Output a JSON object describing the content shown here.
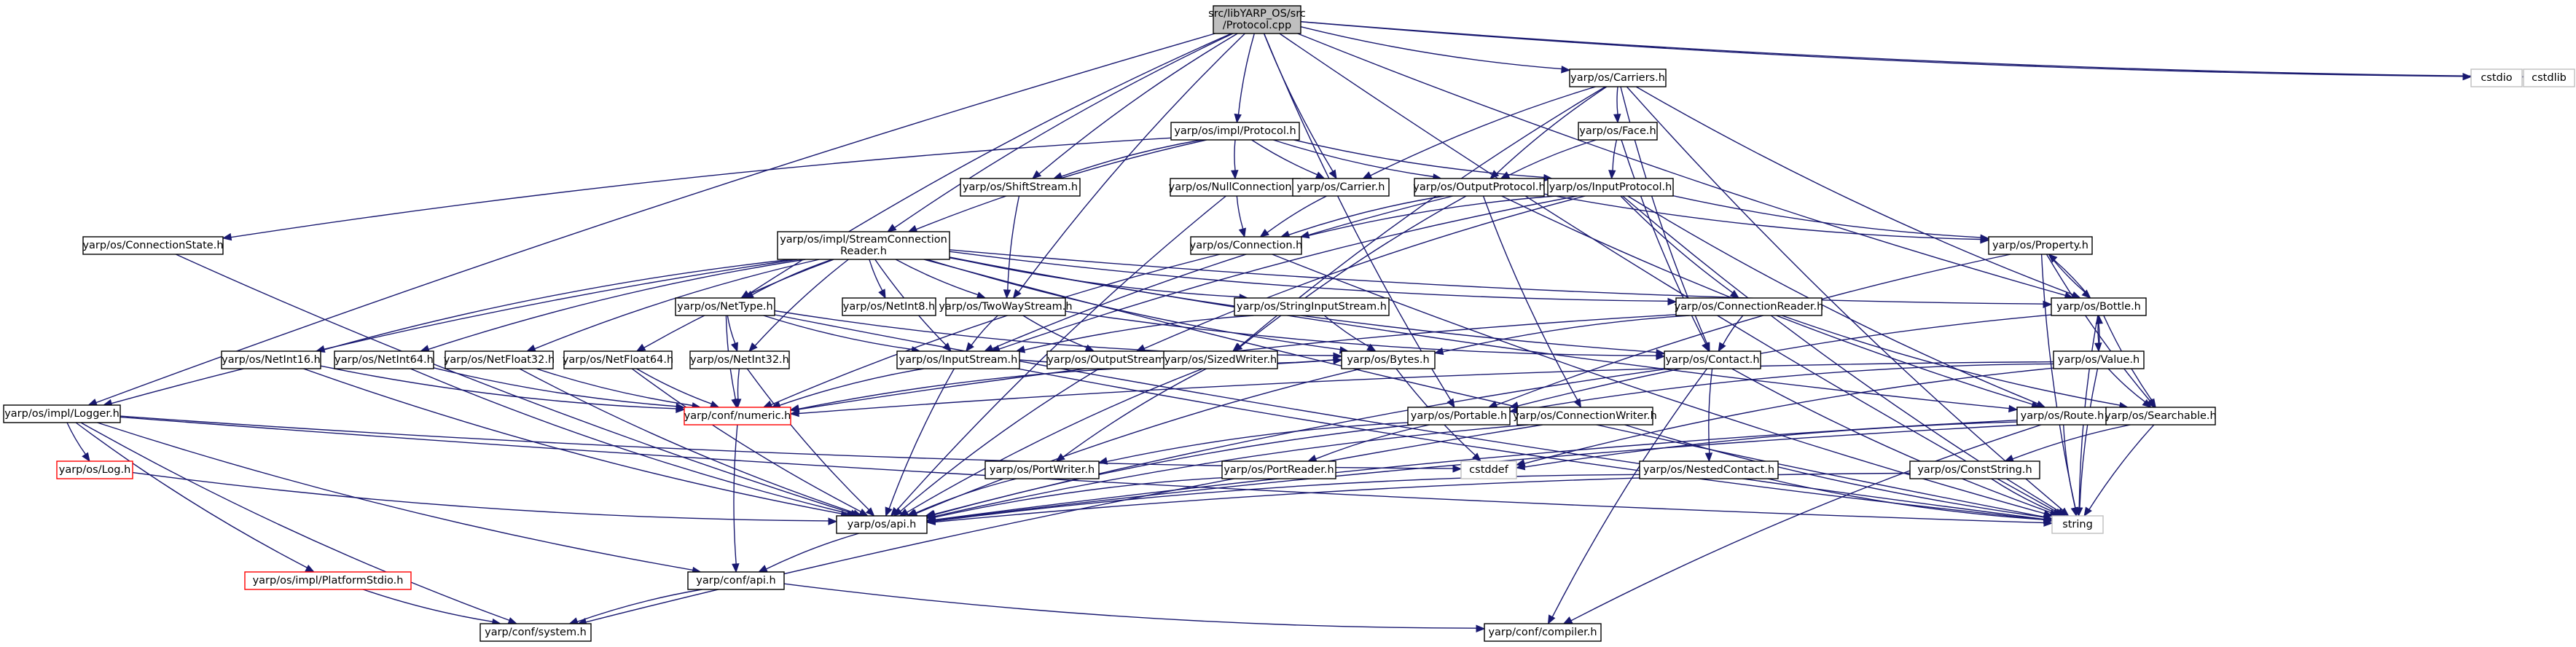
{
  "nodes": [
    {
      "id": "root",
      "lines": [
        "src/libYARP_OS/src",
        "/Protocol.cpp"
      ],
      "style": "root"
    },
    {
      "id": "carriers",
      "lines": [
        "yarp/os/Carriers.h"
      ]
    },
    {
      "id": "cstdio",
      "lines": [
        "cstdio"
      ],
      "style": "grey"
    },
    {
      "id": "cstdlib",
      "lines": [
        "cstdlib"
      ],
      "style": "grey"
    },
    {
      "id": "implProtocol",
      "lines": [
        "yarp/os/impl/Protocol.h"
      ]
    },
    {
      "id": "face",
      "lines": [
        "yarp/os/Face.h"
      ]
    },
    {
      "id": "shiftStream",
      "lines": [
        "yarp/os/ShiftStream.h"
      ]
    },
    {
      "id": "nullConn",
      "lines": [
        "yarp/os/NullConnection.h"
      ]
    },
    {
      "id": "carrier",
      "lines": [
        "yarp/os/Carrier.h"
      ]
    },
    {
      "id": "outputProtocol",
      "lines": [
        "yarp/os/OutputProtocol.h"
      ]
    },
    {
      "id": "inputProtocol",
      "lines": [
        "yarp/os/InputProtocol.h"
      ]
    },
    {
      "id": "connState",
      "lines": [
        "yarp/os/ConnectionState.h"
      ]
    },
    {
      "id": "streamConnReader",
      "lines": [
        "yarp/os/impl/StreamConnection",
        "Reader.h"
      ]
    },
    {
      "id": "connection",
      "lines": [
        "yarp/os/Connection.h"
      ]
    },
    {
      "id": "property",
      "lines": [
        "yarp/os/Property.h"
      ]
    },
    {
      "id": "netType",
      "lines": [
        "yarp/os/NetType.h"
      ]
    },
    {
      "id": "netInt8",
      "lines": [
        "yarp/os/NetInt8.h"
      ]
    },
    {
      "id": "twoWayStream",
      "lines": [
        "yarp/os/TwoWayStream.h"
      ]
    },
    {
      "id": "stringInputStream",
      "lines": [
        "yarp/os/StringInputStream.h"
      ]
    },
    {
      "id": "connReader",
      "lines": [
        "yarp/os/ConnectionReader.h"
      ]
    },
    {
      "id": "bottle",
      "lines": [
        "yarp/os/Bottle.h"
      ]
    },
    {
      "id": "netInt16",
      "lines": [
        "yarp/os/NetInt16.h"
      ]
    },
    {
      "id": "netInt64",
      "lines": [
        "yarp/os/NetInt64.h"
      ]
    },
    {
      "id": "netFloat32",
      "lines": [
        "yarp/os/NetFloat32.h"
      ]
    },
    {
      "id": "netFloat64",
      "lines": [
        "yarp/os/NetFloat64.h"
      ]
    },
    {
      "id": "netInt32",
      "lines": [
        "yarp/os/NetInt32.h"
      ]
    },
    {
      "id": "inputStream",
      "lines": [
        "yarp/os/InputStream.h"
      ]
    },
    {
      "id": "outputStream",
      "lines": [
        "yarp/os/OutputStream.h"
      ]
    },
    {
      "id": "sizedWriter",
      "lines": [
        "yarp/os/SizedWriter.h"
      ]
    },
    {
      "id": "bytes",
      "lines": [
        "yarp/os/Bytes.h"
      ]
    },
    {
      "id": "contact",
      "lines": [
        "yarp/os/Contact.h"
      ]
    },
    {
      "id": "value",
      "lines": [
        "yarp/os/Value.h"
      ]
    },
    {
      "id": "logger",
      "lines": [
        "yarp/os/impl/Logger.h"
      ]
    },
    {
      "id": "numeric",
      "lines": [
        "yarp/conf/numeric.h"
      ],
      "style": "red"
    },
    {
      "id": "portable",
      "lines": [
        "yarp/os/Portable.h"
      ]
    },
    {
      "id": "connWriter",
      "lines": [
        "yarp/os/ConnectionWriter.h"
      ]
    },
    {
      "id": "route",
      "lines": [
        "yarp/os/Route.h"
      ]
    },
    {
      "id": "searchable",
      "lines": [
        "yarp/os/Searchable.h"
      ]
    },
    {
      "id": "log",
      "lines": [
        "yarp/os/Log.h"
      ],
      "style": "red"
    },
    {
      "id": "cstddef",
      "lines": [
        "cstddef"
      ],
      "style": "grey"
    },
    {
      "id": "portWriter",
      "lines": [
        "yarp/os/PortWriter.h"
      ]
    },
    {
      "id": "portReader",
      "lines": [
        "yarp/os/PortReader.h"
      ]
    },
    {
      "id": "nestedContact",
      "lines": [
        "yarp/os/NestedContact.h"
      ]
    },
    {
      "id": "constString",
      "lines": [
        "yarp/os/ConstString.h"
      ]
    },
    {
      "id": "api",
      "lines": [
        "yarp/os/api.h"
      ]
    },
    {
      "id": "string",
      "lines": [
        "string"
      ],
      "style": "grey"
    },
    {
      "id": "platformStdio",
      "lines": [
        "yarp/os/impl/PlatformStdio.h"
      ],
      "style": "red"
    },
    {
      "id": "confApi",
      "lines": [
        "yarp/conf/api.h"
      ]
    },
    {
      "id": "confSystem",
      "lines": [
        "yarp/conf/system.h"
      ]
    },
    {
      "id": "confCompiler",
      "lines": [
        "yarp/conf/compiler.h"
      ]
    }
  ],
  "edges": [
    [
      "root",
      "carriers"
    ],
    [
      "root",
      "cstdio"
    ],
    [
      "root",
      "cstdlib"
    ],
    [
      "root",
      "implProtocol"
    ],
    [
      "root",
      "shiftStream"
    ],
    [
      "root",
      "carrier"
    ],
    [
      "root",
      "streamConnReader"
    ],
    [
      "root",
      "netType"
    ],
    [
      "root",
      "twoWayStream"
    ],
    [
      "root",
      "logger"
    ],
    [
      "root",
      "string"
    ],
    [
      "root",
      "bottle"
    ],
    [
      "root",
      "portable"
    ],
    [
      "carriers",
      "face"
    ],
    [
      "carriers",
      "outputProtocol"
    ],
    [
      "carriers",
      "carrier"
    ],
    [
      "carriers",
      "bottle"
    ],
    [
      "carriers",
      "contact"
    ],
    [
      "carriers",
      "sizedWriter"
    ],
    [
      "carriers",
      "string"
    ],
    [
      "face",
      "outputProtocol"
    ],
    [
      "face",
      "inputProtocol"
    ],
    [
      "face",
      "contact"
    ],
    [
      "implProtocol",
      "shiftStream"
    ],
    [
      "implProtocol",
      "nullConn"
    ],
    [
      "implProtocol",
      "carrier"
    ],
    [
      "implProtocol",
      "outputProtocol"
    ],
    [
      "implProtocol",
      "inputProtocol"
    ],
    [
      "implProtocol",
      "connState"
    ],
    [
      "implProtocol",
      "streamConnReader"
    ],
    [
      "shiftStream",
      "twoWayStream"
    ],
    [
      "nullConn",
      "connection"
    ],
    [
      "nullConn",
      "api"
    ],
    [
      "carrier",
      "connection"
    ],
    [
      "outputProtocol",
      "connection"
    ],
    [
      "outputProtocol",
      "property"
    ],
    [
      "outputProtocol",
      "sizedWriter"
    ],
    [
      "outputProtocol",
      "connWriter"
    ],
    [
      "outputProtocol",
      "inputStream"
    ],
    [
      "outputProtocol",
      "route"
    ],
    [
      "inputProtocol",
      "connection"
    ],
    [
      "inputProtocol",
      "property"
    ],
    [
      "inputProtocol",
      "connReader"
    ],
    [
      "inputProtocol",
      "inputStream"
    ],
    [
      "inputProtocol",
      "outputStream"
    ],
    [
      "inputProtocol",
      "route"
    ],
    [
      "inputProtocol",
      "string"
    ],
    [
      "connState",
      "api"
    ],
    [
      "streamConnReader",
      "netType"
    ],
    [
      "streamConnReader",
      "netInt8"
    ],
    [
      "streamConnReader",
      "twoWayStream"
    ],
    [
      "streamConnReader",
      "stringInputStream"
    ],
    [
      "streamConnReader",
      "connReader"
    ],
    [
      "streamConnReader",
      "bottle"
    ],
    [
      "streamConnReader",
      "netInt16"
    ],
    [
      "streamConnReader",
      "netInt64"
    ],
    [
      "streamConnReader",
      "netFloat32"
    ],
    [
      "streamConnReader",
      "netFloat64"
    ],
    [
      "streamConnReader",
      "netInt32"
    ],
    [
      "streamConnReader",
      "inputStream"
    ],
    [
      "streamConnReader",
      "bytes"
    ],
    [
      "streamConnReader",
      "logger"
    ],
    [
      "streamConnReader",
      "string"
    ],
    [
      "streamConnReader",
      "contact"
    ],
    [
      "streamConnReader",
      "route"
    ],
    [
      "connection",
      "numeric"
    ],
    [
      "connection",
      "string"
    ],
    [
      "property",
      "bottle"
    ],
    [
      "property",
      "searchable"
    ],
    [
      "property",
      "portable"
    ],
    [
      "property",
      "string"
    ],
    [
      "netType",
      "inputStream"
    ],
    [
      "netType",
      "bytes"
    ],
    [
      "netType",
      "netInt32"
    ],
    [
      "netType",
      "numeric"
    ],
    [
      "netType",
      "string"
    ],
    [
      "twoWayStream",
      "inputStream"
    ],
    [
      "twoWayStream",
      "outputStream"
    ],
    [
      "twoWayStream",
      "contact"
    ],
    [
      "stringInputStream",
      "inputStream"
    ],
    [
      "stringInputStream",
      "bytes"
    ],
    [
      "connReader",
      "contact"
    ],
    [
      "connReader",
      "searchable"
    ],
    [
      "connReader",
      "bytes"
    ],
    [
      "connReader",
      "numeric"
    ],
    [
      "bottle",
      "property"
    ],
    [
      "bottle",
      "value"
    ],
    [
      "bottle",
      "searchable"
    ],
    [
      "bottle",
      "portable"
    ],
    [
      "bottle",
      "string"
    ],
    [
      "netInt16",
      "numeric"
    ],
    [
      "netInt16",
      "api"
    ],
    [
      "netInt64",
      "numeric"
    ],
    [
      "netInt64",
      "api"
    ],
    [
      "netFloat32",
      "numeric"
    ],
    [
      "netFloat32",
      "api"
    ],
    [
      "netFloat64",
      "numeric"
    ],
    [
      "netFloat64",
      "api"
    ],
    [
      "netInt32",
      "numeric"
    ],
    [
      "netInt32",
      "api"
    ],
    [
      "inputStream",
      "bytes"
    ],
    [
      "inputStream",
      "numeric"
    ],
    [
      "inputStream",
      "api"
    ],
    [
      "inputStream",
      "string"
    ],
    [
      "outputStream",
      "bytes"
    ],
    [
      "outputStream",
      "api"
    ],
    [
      "sizedWriter",
      "portWriter"
    ],
    [
      "sizedWriter",
      "numeric"
    ],
    [
      "sizedWriter",
      "api"
    ],
    [
      "bytes",
      "cstddef"
    ],
    [
      "bytes",
      "api"
    ],
    [
      "contact",
      "nestedContact"
    ],
    [
      "contact",
      "confCompiler"
    ],
    [
      "contact",
      "string"
    ],
    [
      "contact",
      "api"
    ],
    [
      "value",
      "bottle"
    ],
    [
      "value",
      "searchable"
    ],
    [
      "value",
      "portable"
    ],
    [
      "value",
      "string"
    ],
    [
      "value",
      "numeric"
    ],
    [
      "value",
      "cstddef"
    ],
    [
      "logger",
      "log"
    ],
    [
      "logger",
      "platformStdio"
    ],
    [
      "logger",
      "confApi"
    ],
    [
      "logger",
      "confSystem"
    ],
    [
      "logger",
      "string"
    ],
    [
      "logger",
      "cstddef"
    ],
    [
      "numeric",
      "confApi"
    ],
    [
      "portable",
      "portWriter"
    ],
    [
      "portable",
      "portReader"
    ],
    [
      "portable",
      "api"
    ],
    [
      "connWriter",
      "confSystem"
    ],
    [
      "connWriter",
      "api"
    ],
    [
      "connWriter",
      "string"
    ],
    [
      "route",
      "confCompiler"
    ],
    [
      "route",
      "api"
    ],
    [
      "route",
      "string"
    ],
    [
      "searchable",
      "constString"
    ],
    [
      "searchable",
      "api"
    ],
    [
      "searchable",
      "string"
    ],
    [
      "searchable",
      "cstddef"
    ],
    [
      "log",
      "api"
    ],
    [
      "portWriter",
      "api"
    ],
    [
      "portReader",
      "api"
    ],
    [
      "nestedContact",
      "api"
    ],
    [
      "nestedContact",
      "string"
    ],
    [
      "constString",
      "api"
    ],
    [
      "constString",
      "string"
    ],
    [
      "api",
      "confApi"
    ],
    [
      "platformStdio",
      "confSystem"
    ],
    [
      "confApi",
      "confSystem"
    ],
    [
      "confApi",
      "confCompiler"
    ]
  ]
}
